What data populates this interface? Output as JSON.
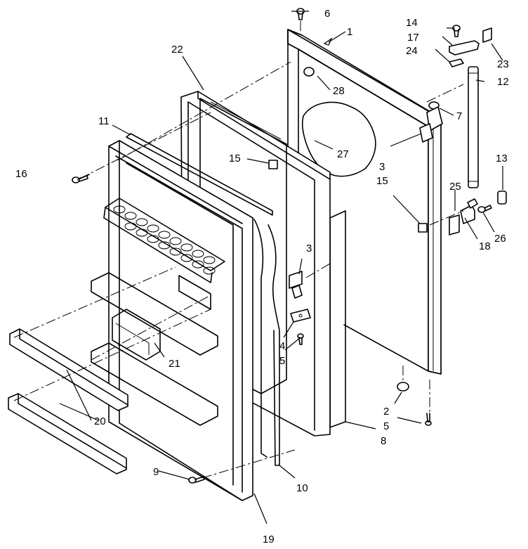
{
  "callouts": {
    "c1": "1",
    "c2": "2",
    "c3a": "3",
    "c3b": "3",
    "c4": "4",
    "c5a": "5",
    "c5b": "5",
    "c6": "6",
    "c7": "7",
    "c8": "8",
    "c9": "9",
    "c10": "10",
    "c11": "11",
    "c12": "12",
    "c13": "13",
    "c14": "14",
    "c15a": "15",
    "c15b": "15",
    "c16": "16",
    "c17": "17",
    "c18": "18",
    "c19": "19",
    "c20": "20",
    "c21": "21",
    "c22": "22",
    "c23": "23",
    "c24": "24",
    "c25": "25",
    "c26": "26",
    "c27": "27",
    "c28": "28"
  }
}
